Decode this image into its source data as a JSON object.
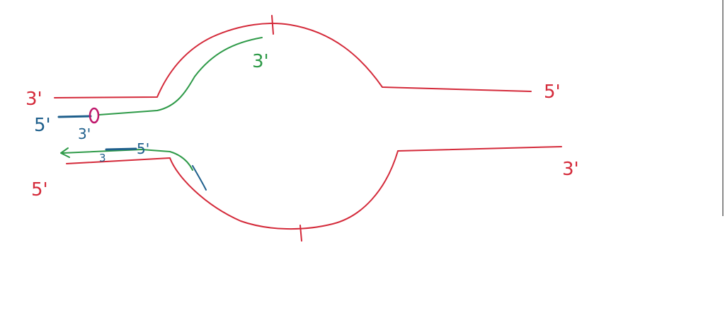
{
  "colors": {
    "template_strand": "#d42a3a",
    "new_strand": "#2e9a48",
    "primer": "#1e5f8c",
    "highlight": "#c0186c",
    "background": "#ffffff"
  },
  "labels": {
    "top_left_end": "3'",
    "top_right_end": "5'",
    "bottom_left_end": "5'",
    "bottom_right_end": "3'",
    "leading_end": "3'",
    "primer_top_5": "5'",
    "primer_top_3": "3'",
    "primer_bottom_3": "3",
    "primer_bottom_5": "5'"
  }
}
